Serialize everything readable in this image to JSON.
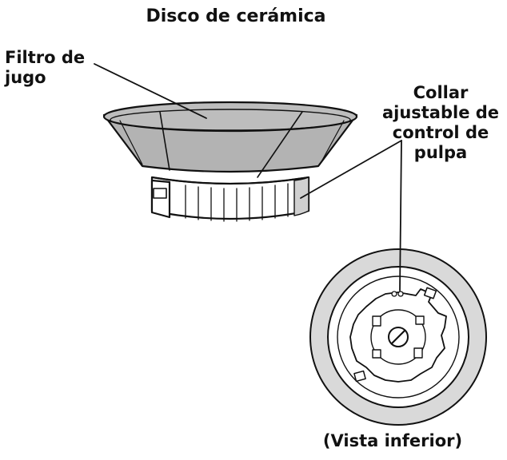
{
  "labels": {
    "title": "Disco de cerámica",
    "filter": "Filtro de\njugo",
    "collar": "Collar\najustable de\ncontrol de\npulpa",
    "bottom_view": "(Vista inferior)"
  },
  "colors": {
    "ink": "#111111",
    "fill_gray": "#b3b3b3",
    "light_gray": "#d9d9d9",
    "paper": "#ffffff"
  }
}
